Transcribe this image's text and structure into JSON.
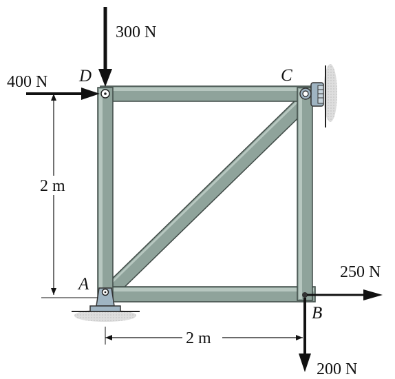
{
  "forces": {
    "top": "300 N",
    "left": "400 N",
    "right": "250 N",
    "bottom": "200 N"
  },
  "joints": {
    "a": "A",
    "b": "B",
    "c": "C",
    "d": "D"
  },
  "dimensions": {
    "vertical": "2 m",
    "horizontal": "2 m"
  },
  "colors": {
    "member_fill": "#8fa39b",
    "member_stroke": "#3f4a46",
    "support_fill": "#9fb4c2",
    "ground_fill": "#d9d9d9"
  }
}
